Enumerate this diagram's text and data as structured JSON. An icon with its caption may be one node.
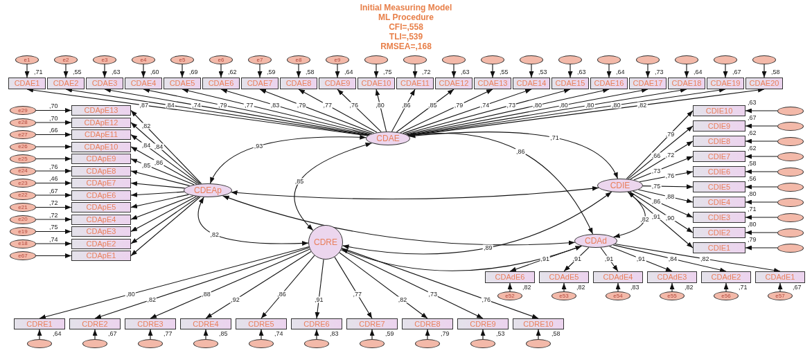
{
  "diagram": {
    "title": "Initial Measuring Model",
    "labels": [
      "ML Procedure",
      "CFI=,558",
      "TLI=,539",
      "RMSEA=,168"
    ],
    "nodes": [
      {
        "text": [
          "e1"
        ]
      },
      {
        "text": [
          "e2"
        ]
      },
      {
        "text": [
          "e3"
        ]
      },
      {
        "text": [
          "e4"
        ]
      },
      {
        "text": [
          "e5"
        ]
      },
      {
        "text": [
          "e6"
        ]
      },
      {
        "text": [
          "e7"
        ]
      },
      {
        "text": [
          "e8"
        ]
      },
      {
        "text": [
          "e9"
        ]
      },
      {
        "text": [],
        "shape": "ellipse"
      },
      {
        "text": [],
        "shape": "ellipse"
      },
      {
        "text": [],
        "shape": "ellipse"
      },
      {
        "text": [],
        "shape": "ellipse"
      },
      {
        "text": [],
        "shape": "ellipse"
      },
      {
        "text": [],
        "shape": "ellipse"
      },
      {
        "text": [],
        "shape": "ellipse"
      },
      {
        "text": [],
        "shape": "ellipse"
      },
      {
        "text": [],
        "shape": "ellipse"
      },
      {
        "text": [],
        "shape": "ellipse"
      },
      {
        "text": [],
        "shape": "ellipse"
      },
      {
        "text": [
          "CDAE1"
        ],
        "beside": [
          ",71"
        ]
      },
      {
        "text": [
          "CDAE2"
        ],
        "beside": [
          ",55"
        ]
      },
      {
        "text": [
          "CDAE3"
        ],
        "beside": [
          ",63"
        ]
      },
      {
        "text": [
          "CDAE4"
        ],
        "beside": [
          ",60"
        ]
      },
      {
        "text": [
          "CDAE5"
        ],
        "beside": [
          ",69"
        ]
      },
      {
        "text": [
          "CDAE6"
        ],
        "beside": [
          ",62"
        ]
      },
      {
        "text": [
          "CDAE7"
        ],
        "beside": [
          ",59"
        ]
      },
      {
        "text": [
          "CDAE8"
        ],
        "beside": [
          ",58"
        ]
      },
      {
        "text": [
          "CDAE9"
        ],
        "beside": [
          ",64"
        ]
      },
      {
        "text": [
          "CDAE10"
        ],
        "beside": [
          ",75"
        ]
      },
      {
        "text": [
          "CDAE11"
        ],
        "beside": [
          ",72"
        ]
      },
      {
        "text": [
          "CDAE12"
        ],
        "beside": [
          ",63"
        ]
      },
      {
        "text": [
          "CDAE13"
        ],
        "beside": [
          ",55"
        ]
      },
      {
        "text": [
          "CDAE14"
        ],
        "beside": [
          ",53"
        ]
      },
      {
        "text": [
          "CDAE15"
        ],
        "beside": [
          ",63"
        ]
      },
      {
        "text": [
          "CDAE16"
        ],
        "beside": [
          ",64"
        ]
      },
      {
        "text": [
          "CDAE17"
        ],
        "beside": [
          ",73"
        ]
      },
      {
        "text": [
          "CDAE18"
        ],
        "beside": [
          ",64"
        ]
      },
      {
        "text": [
          "CDAE19"
        ],
        "beside": [
          ",67"
        ]
      },
      {
        "text": [
          "CDAE20"
        ],
        "beside": [
          ",58"
        ]
      },
      {
        "text": [
          "e29"
        ]
      },
      {
        "text": [
          "e28"
        ]
      },
      {
        "text": [
          "e27"
        ]
      },
      {
        "text": [
          "e26"
        ]
      },
      {
        "text": [
          "e25"
        ]
      },
      {
        "text": [
          "e24"
        ]
      },
      {
        "text": [
          "e23"
        ]
      },
      {
        "text": [
          "e22"
        ]
      },
      {
        "text": [
          "e21"
        ]
      },
      {
        "text": [
          "e20"
        ]
      },
      {
        "text": [
          "e19"
        ]
      },
      {
        "text": [
          "e18"
        ]
      },
      {
        "text": [
          "e67"
        ]
      },
      {
        "text": [
          "CDApE13"
        ],
        "beside": [
          ",70"
        ]
      },
      {
        "text": [
          "CDApE12"
        ],
        "beside": [
          ",70"
        ]
      },
      {
        "text": [
          "CDApE11"
        ],
        "beside": [
          ",66"
        ]
      },
      {
        "text": [
          "CDApE10"
        ]
      },
      {
        "text": [
          "CDApE9"
        ]
      },
      {
        "text": [
          "CDApE8"
        ],
        "beside": [
          ",76"
        ]
      },
      {
        "text": [
          "CDApE7"
        ],
        "beside": [
          ",46"
        ]
      },
      {
        "text": [
          "CDApE6"
        ],
        "beside": [
          ",67"
        ]
      },
      {
        "text": [
          "CDApE5"
        ],
        "beside": [
          ",72"
        ]
      },
      {
        "text": [
          "CDApE4"
        ],
        "beside": [
          ",72"
        ]
      },
      {
        "text": [
          "CDApE3"
        ],
        "beside": [
          ",75"
        ]
      },
      {
        "text": [
          "CDApE2"
        ],
        "beside": [
          ",74"
        ]
      },
      {
        "text": [
          "CDApE1"
        ]
      },
      {
        "text": [
          "CDAE"
        ]
      },
      {
        "text": [
          "CDEAp"
        ]
      },
      {
        "text": [
          "CDIE"
        ]
      },
      {
        "text": [
          "CDIE10"
        ],
        "beside": [
          ",63"
        ]
      },
      {
        "text": [
          "CDIE9"
        ],
        "beside": [
          ",67"
        ]
      },
      {
        "text": [
          "CDIE8"
        ],
        "beside": [
          ",62"
        ]
      },
      {
        "text": [
          "CDIE7"
        ],
        "beside": [
          ",62"
        ]
      },
      {
        "text": [
          "CDIE6"
        ],
        "beside": [
          ",58"
        ]
      },
      {
        "text": [
          "CDIE5"
        ],
        "beside": [
          ",56"
        ]
      },
      {
        "text": [
          "CDIE4"
        ],
        "beside": [
          ",80"
        ]
      },
      {
        "text": [
          "CDIE3"
        ],
        "beside": [
          ",71"
        ]
      },
      {
        "text": [
          "CDIE2"
        ],
        "beside": [
          ",80"
        ]
      },
      {
        "text": [
          "CDIE1"
        ],
        "beside": [
          ",79"
        ]
      },
      {
        "text": [],
        "shape": "ellipse"
      },
      {
        "text": [],
        "shape": "ellipse"
      },
      {
        "text": [],
        "shape": "ellipse"
      },
      {
        "text": [],
        "shape": "ellipse"
      },
      {
        "text": [],
        "shape": "ellipse"
      },
      {
        "text": [],
        "shape": "ellipse"
      },
      {
        "text": [],
        "shape": "ellipse"
      },
      {
        "text": [],
        "shape": "ellipse"
      },
      {
        "text": [],
        "shape": "ellipse"
      },
      {
        "text": [],
        "shape": "ellipse"
      },
      {
        "text": [
          "CDRE"
        ]
      },
      {
        "text": [
          "CDAd"
        ]
      },
      {
        "text": [
          "CDAdE6"
        ],
        "beside": [
          ",82"
        ]
      },
      {
        "text": [
          "CDAdE5"
        ],
        "beside": [
          ",82"
        ]
      },
      {
        "text": [
          "CDAdE4"
        ],
        "beside": [
          ",83"
        ]
      },
      {
        "text": [
          "CDAdE3"
        ],
        "beside": [
          ",82"
        ]
      },
      {
        "text": [
          "CDAdE2"
        ],
        "beside": [
          ",71"
        ]
      },
      {
        "text": [
          "CDAdE1"
        ],
        "beside": [
          ",67"
        ]
      },
      {
        "text": [
          "e52"
        ]
      },
      {
        "text": [
          "e53"
        ]
      },
      {
        "text": [
          "e54"
        ]
      },
      {
        "text": [
          "e55"
        ]
      },
      {
        "text": [
          "e56"
        ]
      },
      {
        "text": [
          "e57"
        ]
      },
      {
        "text": [
          "CDRE1"
        ],
        "beside": [
          ",64"
        ]
      },
      {
        "text": [
          "CDRE2"
        ],
        "beside": [
          ",67"
        ]
      },
      {
        "text": [
          "CDRE3"
        ],
        "beside": [
          ",77"
        ]
      },
      {
        "text": [
          "CDRE4"
        ],
        "beside": [
          ",85"
        ]
      },
      {
        "text": [
          "CDRE5"
        ],
        "beside": [
          ",74"
        ]
      },
      {
        "text": [
          "CDRE6"
        ],
        "beside": [
          ",83"
        ]
      },
      {
        "text": [
          "CDRE7"
        ],
        "beside": [
          ",59"
        ]
      },
      {
        "text": [
          "CDRE8"
        ],
        "beside": [
          ",79"
        ]
      },
      {
        "text": [
          "CDRE9"
        ],
        "beside": [
          ",53"
        ]
      },
      {
        "text": [
          "CDRE10"
        ],
        "beside": [
          ",58"
        ]
      },
      {
        "text": [],
        "shape": "ellipse"
      },
      {
        "text": [],
        "shape": "ellipse"
      },
      {
        "text": [],
        "shape": "ellipse"
      },
      {
        "text": [],
        "shape": "ellipse"
      },
      {
        "text": [],
        "shape": "ellipse"
      },
      {
        "text": [],
        "shape": "ellipse"
      },
      {
        "text": [],
        "shape": "ellipse"
      },
      {
        "text": [],
        "shape": "ellipse"
      },
      {
        "text": [],
        "shape": "ellipse"
      },
      {
        "text": [],
        "shape": "ellipse"
      }
    ],
    "edges": [
      {
        "from": 0,
        "to": 20,
        "arrow": "to"
      },
      {
        "from": 1,
        "to": 21,
        "arrow": "to"
      },
      {
        "from": 2,
        "to": 22,
        "arrow": "to"
      },
      {
        "from": 3,
        "to": 23,
        "arrow": "to"
      },
      {
        "from": 4,
        "to": 24,
        "arrow": "to"
      },
      {
        "from": 5,
        "to": 25,
        "arrow": "to"
      },
      {
        "from": 6,
        "to": 26,
        "arrow": "to"
      },
      {
        "from": 7,
        "to": 27,
        "arrow": "to"
      },
      {
        "from": 8,
        "to": 28,
        "arrow": "to"
      },
      {
        "from": 9,
        "to": 29,
        "arrow": "to"
      },
      {
        "from": 10,
        "to": 30,
        "arrow": "to"
      },
      {
        "from": 11,
        "to": 31,
        "arrow": "to"
      },
      {
        "from": 12,
        "to": 32,
        "arrow": "to"
      },
      {
        "from": 13,
        "to": 33,
        "arrow": "to"
      },
      {
        "from": 14,
        "to": 34,
        "arrow": "to"
      },
      {
        "from": 15,
        "to": 35,
        "arrow": "to"
      },
      {
        "from": 16,
        "to": 36,
        "arrow": "to"
      },
      {
        "from": 17,
        "to": 37,
        "arrow": "to"
      },
      {
        "from": 18,
        "to": 38,
        "arrow": "to"
      },
      {
        "from": 19,
        "to": 39,
        "arrow": "to"
      },
      {
        "from": 66,
        "to": 20,
        "arrow": "to",
        "label": ",87"
      },
      {
        "from": 66,
        "to": 21,
        "arrow": "to",
        "label": ",84"
      },
      {
        "from": 66,
        "to": 22,
        "arrow": "to",
        "label": ",74"
      },
      {
        "from": 66,
        "to": 23,
        "arrow": "to",
        "label": ",79"
      },
      {
        "from": 66,
        "to": 24,
        "arrow": "to",
        "label": ",77"
      },
      {
        "from": 66,
        "to": 25,
        "arrow": "to",
        "label": ",83"
      },
      {
        "from": 66,
        "to": 26,
        "arrow": "to",
        "label": ",79"
      },
      {
        "from": 66,
        "to": 27,
        "arrow": "to",
        "label": ",77"
      },
      {
        "from": 66,
        "to": 28,
        "arrow": "to",
        "label": ",76"
      },
      {
        "from": 66,
        "to": 29,
        "arrow": "to",
        "label": ",80"
      },
      {
        "from": 66,
        "to": 30,
        "arrow": "to",
        "label": ",86"
      },
      {
        "from": 66,
        "to": 31,
        "arrow": "to",
        "label": ",85"
      },
      {
        "from": 66,
        "to": 32,
        "arrow": "to",
        "label": ",79"
      },
      {
        "from": 66,
        "to": 33,
        "arrow": "to",
        "label": ",74"
      },
      {
        "from": 66,
        "to": 34,
        "arrow": "to",
        "label": ",73"
      },
      {
        "from": 66,
        "to": 35,
        "arrow": "to",
        "label": ",80"
      },
      {
        "from": 66,
        "to": 36,
        "arrow": "to",
        "label": ",80"
      },
      {
        "from": 66,
        "to": 37,
        "arrow": "to",
        "label": ",80"
      },
      {
        "from": 66,
        "to": 38,
        "arrow": "to",
        "label": ",80"
      },
      {
        "from": 66,
        "to": 39,
        "arrow": "to",
        "label": ",82"
      },
      {
        "from": 40,
        "to": 53,
        "arrow": "to"
      },
      {
        "from": 41,
        "to": 54,
        "arrow": "to"
      },
      {
        "from": 42,
        "to": 55,
        "arrow": "to"
      },
      {
        "from": 43,
        "to": 56,
        "arrow": "to"
      },
      {
        "from": 44,
        "to": 57,
        "arrow": "to"
      },
      {
        "from": 45,
        "to": 58,
        "arrow": "to"
      },
      {
        "from": 46,
        "to": 59,
        "arrow": "to"
      },
      {
        "from": 47,
        "to": 60,
        "arrow": "to"
      },
      {
        "from": 48,
        "to": 61,
        "arrow": "to"
      },
      {
        "from": 49,
        "to": 62,
        "arrow": "to"
      },
      {
        "from": 50,
        "to": 63,
        "arrow": "to"
      },
      {
        "from": 51,
        "to": 64,
        "arrow": "to"
      },
      {
        "from": 52,
        "to": 65,
        "arrow": "to"
      },
      {
        "from": 67,
        "to": 53,
        "arrow": "to",
        "label": ",82"
      },
      {
        "from": 67,
        "to": 54,
        "arrow": "to",
        "label": ",84"
      },
      {
        "from": 67,
        "to": 55,
        "arrow": "to",
        "label": ",84"
      },
      {
        "from": 67,
        "to": 56,
        "arrow": "to",
        "label": ",86"
      },
      {
        "from": 67,
        "to": 57,
        "arrow": "to",
        "label": ",85"
      },
      {
        "from": 67,
        "to": 58,
        "arrow": "to"
      },
      {
        "from": 67,
        "to": 59,
        "arrow": "to"
      },
      {
        "from": 67,
        "to": 60,
        "arrow": "to"
      },
      {
        "from": 67,
        "to": 61,
        "arrow": "to"
      },
      {
        "from": 67,
        "to": 62,
        "arrow": "to"
      },
      {
        "from": 67,
        "to": 63,
        "arrow": "to"
      },
      {
        "from": 67,
        "to": 64,
        "arrow": "to"
      },
      {
        "from": 67,
        "to": 65,
        "arrow": "to"
      },
      {
        "from": 68,
        "to": 69,
        "arrow": "to",
        "label": ",79"
      },
      {
        "from": 68,
        "to": 70,
        "arrow": "to",
        "label": ",66"
      },
      {
        "from": 68,
        "to": 71,
        "arrow": "to",
        "label": ",72"
      },
      {
        "from": 68,
        "to": 72,
        "arrow": "to",
        "label": ",73"
      },
      {
        "from": 68,
        "to": 73,
        "arrow": "to",
        "label": ",76"
      },
      {
        "from": 68,
        "to": 74,
        "arrow": "to",
        "label": ",75"
      },
      {
        "from": 68,
        "to": 75,
        "arrow": "to",
        "label": ",88"
      },
      {
        "from": 68,
        "to": 76,
        "arrow": "to",
        "label": ",86"
      },
      {
        "from": 68,
        "to": 77,
        "arrow": "to",
        "label": ",90"
      },
      {
        "from": 68,
        "to": 78,
        "arrow": "to",
        "label": ",91"
      },
      {
        "from": 79,
        "to": 69,
        "arrow": "to"
      },
      {
        "from": 80,
        "to": 70,
        "arrow": "to"
      },
      {
        "from": 81,
        "to": 71,
        "arrow": "to"
      },
      {
        "from": 82,
        "to": 72,
        "arrow": "to"
      },
      {
        "from": 83,
        "to": 73,
        "arrow": "to"
      },
      {
        "from": 84,
        "to": 74,
        "arrow": "to"
      },
      {
        "from": 85,
        "to": 75,
        "arrow": "to"
      },
      {
        "from": 86,
        "to": 76,
        "arrow": "to"
      },
      {
        "from": 87,
        "to": 77,
        "arrow": "to"
      },
      {
        "from": 88,
        "to": 78,
        "arrow": "to"
      },
      {
        "from": 90,
        "to": 91,
        "arrow": "to",
        "label": ",91"
      },
      {
        "from": 90,
        "to": 92,
        "arrow": "to",
        "label": ",91"
      },
      {
        "from": 90,
        "to": 93,
        "arrow": "to",
        "label": ",91"
      },
      {
        "from": 90,
        "to": 94,
        "arrow": "to",
        "label": ",91"
      },
      {
        "from": 90,
        "to": 95,
        "arrow": "to",
        "label": ",84"
      },
      {
        "from": 90,
        "to": 96,
        "arrow": "to",
        "label": ",82"
      },
      {
        "from": 97,
        "to": 91,
        "arrow": "to"
      },
      {
        "from": 98,
        "to": 92,
        "arrow": "to"
      },
      {
        "from": 99,
        "to": 93,
        "arrow": "to"
      },
      {
        "from": 100,
        "to": 94,
        "arrow": "to"
      },
      {
        "from": 101,
        "to": 95,
        "arrow": "to"
      },
      {
        "from": 102,
        "to": 96,
        "arrow": "to"
      },
      {
        "from": 89,
        "to": 103,
        "arrow": "to",
        "label": ",80"
      },
      {
        "from": 89,
        "to": 104,
        "arrow": "to",
        "label": ",82"
      },
      {
        "from": 89,
        "to": 105,
        "arrow": "to",
        "label": ",88"
      },
      {
        "from": 89,
        "to": 106,
        "arrow": "to",
        "label": ",92"
      },
      {
        "from": 89,
        "to": 107,
        "arrow": "to",
        "label": ",86"
      },
      {
        "from": 89,
        "to": 108,
        "arrow": "to",
        "label": ",91"
      },
      {
        "from": 89,
        "to": 109,
        "arrow": "to",
        "label": ",77"
      },
      {
        "from": 89,
        "to": 110,
        "arrow": "to",
        "label": ",82"
      },
      {
        "from": 89,
        "to": 111,
        "arrow": "to",
        "label": ",73"
      },
      {
        "from": 89,
        "to": 112,
        "arrow": "to",
        "label": ",76"
      },
      {
        "from": 113,
        "to": 103,
        "arrow": "to"
      },
      {
        "from": 114,
        "to": 104,
        "arrow": "to"
      },
      {
        "from": 115,
        "to": 105,
        "arrow": "to"
      },
      {
        "from": 116,
        "to": 106,
        "arrow": "to"
      },
      {
        "from": 117,
        "to": 107,
        "arrow": "to"
      },
      {
        "from": 118,
        "to": 108,
        "arrow": "to"
      },
      {
        "from": 119,
        "to": 109,
        "arrow": "to"
      },
      {
        "from": 120,
        "to": 110,
        "arrow": "to"
      },
      {
        "from": 121,
        "to": 111,
        "arrow": "to"
      },
      {
        "from": 122,
        "to": 112,
        "arrow": "to"
      },
      {
        "from": 66,
        "to": 67,
        "arrow": "both",
        "label": ",93"
      },
      {
        "from": 66,
        "to": 89,
        "arrow": "both",
        "label": ",85"
      },
      {
        "from": 66,
        "to": 68,
        "arrow": "both",
        "label": ",71"
      },
      {
        "from": 66,
        "to": 90,
        "arrow": "both",
        "label": ",86"
      },
      {
        "from": 67,
        "to": 89,
        "arrow": "both",
        "label": ",82"
      },
      {
        "from": 67,
        "to": 68,
        "arrow": "both"
      },
      {
        "from": 67,
        "to": 90,
        "arrow": "both"
      },
      {
        "from": 89,
        "to": 68,
        "arrow": "both",
        "label": ",89"
      },
      {
        "from": 89,
        "to": 90,
        "arrow": "both"
      },
      {
        "from": 68,
        "to": 90,
        "arrow": "both",
        "label": ",82"
      }
    ]
  }
}
